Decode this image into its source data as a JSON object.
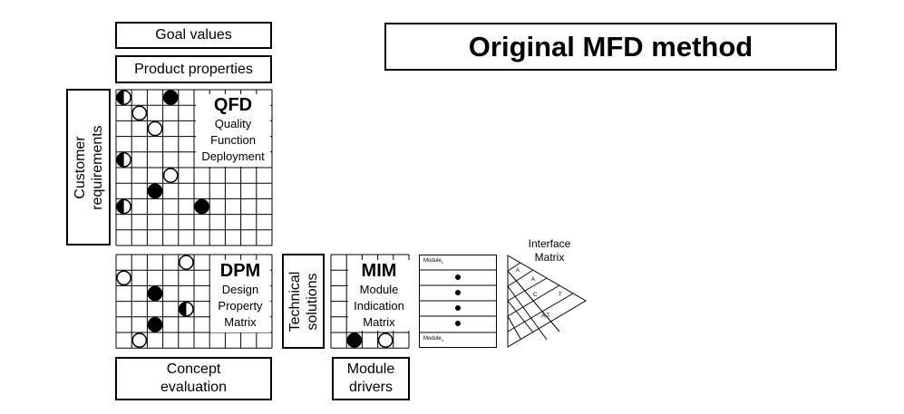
{
  "title": "Original MFD method",
  "labels": {
    "goal_values": "Goal values",
    "product_properties": "Product properties",
    "customer_requirements": "Customer\nrequirements",
    "technical_solutions": "Technical\nsolutions",
    "concept_evaluation": "Concept\nevaluation",
    "module_drivers": "Module\ndrivers"
  },
  "qfd": {
    "abbr": "QFD",
    "line1": "Quality",
    "line2": "Function",
    "line3": "Deployment"
  },
  "dpm": {
    "abbr": "DPM",
    "line1": "Design",
    "line2": "Property",
    "line3": "Matrix"
  },
  "mim": {
    "abbr": "MIM",
    "line1": "Module",
    "line2": "Indication",
    "line3": "Matrix"
  },
  "modules": {
    "first": "Module",
    "first_sub": "1",
    "last": "Module",
    "last_sub": "n"
  },
  "interface": {
    "title_line1": "Interface",
    "title_line2": "Matrix",
    "marks": [
      "A",
      "A",
      "C",
      "T",
      "A,T"
    ]
  }
}
